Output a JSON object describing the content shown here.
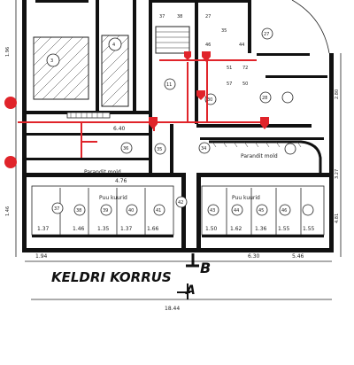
{
  "plan": {
    "title": "KELDRI KORRUS",
    "section_marks": [
      "B",
      "A"
    ],
    "overall_dim": "18.44",
    "corridor_labels": [
      "Puu kuurid",
      "Puu kuurid"
    ],
    "lobby_labels": [
      "Parandit mold",
      "Parandit mold"
    ],
    "room_numbers": [
      "3",
      "4",
      "11",
      "27",
      "28",
      "30",
      "34",
      "35",
      "36",
      "37",
      "38",
      "39",
      "40",
      "41",
      "42",
      "43",
      "44",
      "45",
      "46"
    ],
    "unit_numbers": [
      "27",
      "35",
      "46",
      "44",
      "37",
      "38",
      "51",
      "72",
      "57",
      "50"
    ],
    "room_sizes_left": [
      "1.37",
      "1.46",
      "1.35",
      "1.37",
      "1.66"
    ],
    "room_sizes_right": [
      "1.50",
      "1.62",
      "1.36",
      "1.55",
      "1.55"
    ],
    "side_dims": [
      "1.96",
      "1.46",
      "2.80",
      "3.27",
      "4.81"
    ],
    "misc_dims": [
      "6.40",
      "4.76",
      "6.30",
      "5.46",
      "1.94"
    ],
    "colors": {
      "walls": "#111111",
      "route": "#e0242a",
      "paper": "#ffffff"
    }
  }
}
